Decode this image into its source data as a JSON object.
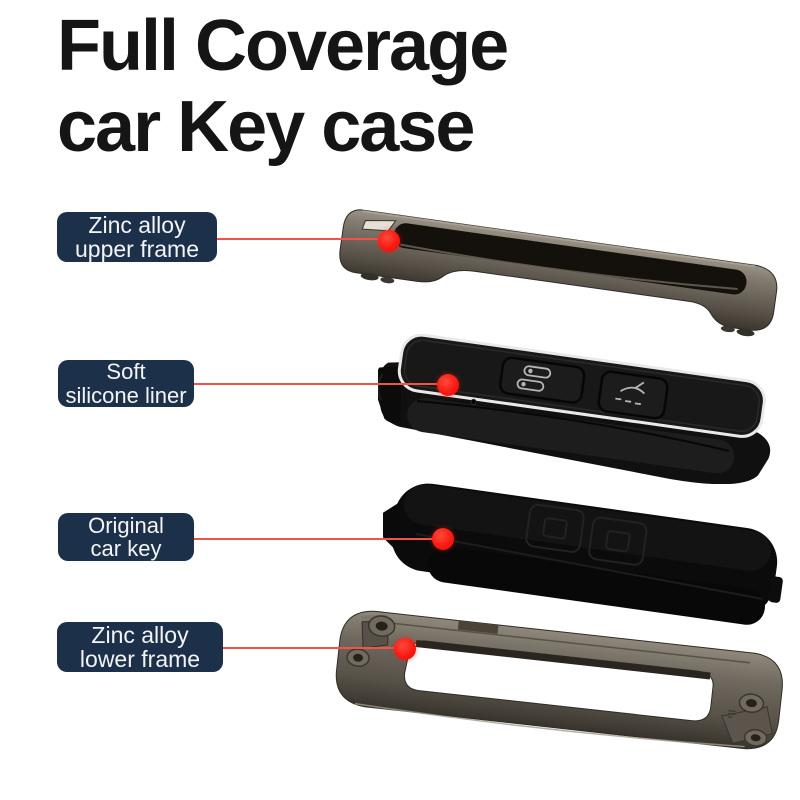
{
  "title": {
    "line1": "Full Coverage",
    "line2": "car Key case"
  },
  "callouts": [
    {
      "id": "upper-frame",
      "line1": "Zinc alloy",
      "line2": "upper frame"
    },
    {
      "id": "silicone-liner",
      "line1": "Soft",
      "line2": "silicone liner"
    },
    {
      "id": "car-key",
      "line1": "Original",
      "line2": "car key"
    },
    {
      "id": "lower-frame",
      "line1": "Zinc alloy",
      "line2": "lower frame"
    }
  ],
  "parts": [
    {
      "name": "zinc-alloy-upper-frame"
    },
    {
      "name": "soft-silicone-liner"
    },
    {
      "name": "original-car-key"
    },
    {
      "name": "zinc-alloy-lower-frame"
    }
  ],
  "icons": {
    "lock_buttons": "lock-unlock-buttons-icon",
    "trunk_button": "trunk-release-button-icon",
    "callout_marker": "red-dot-marker"
  },
  "colors": {
    "background": "#ffffff",
    "title_text": "#151515",
    "label_background": "#1d3049",
    "label_text": "#f2f4f7",
    "leader_line": "#f25249",
    "marker_red": "#f91a12",
    "zinc_alloy_metal": "#6e675d",
    "silicone_black": "#141414",
    "trim_white": "#e9e9e9"
  }
}
